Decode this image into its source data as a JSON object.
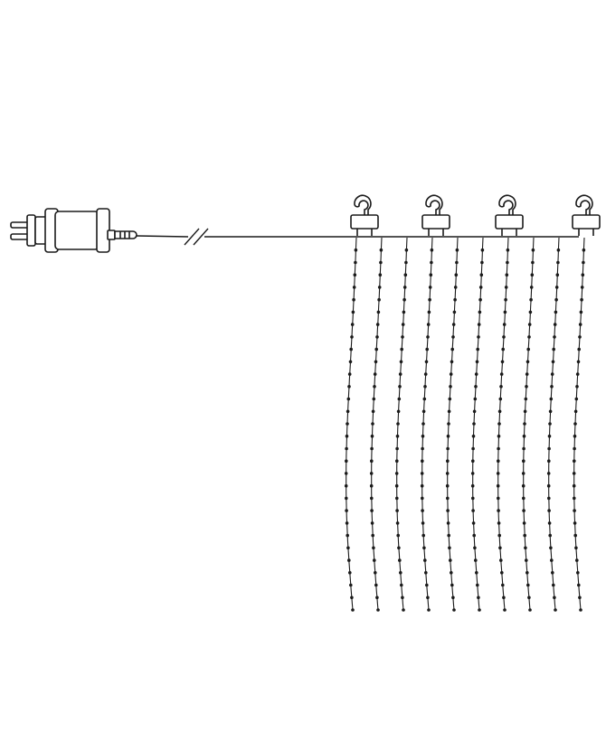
{
  "diagram": {
    "subject": "curtain-light-product-line-drawing",
    "colors": {
      "background": "#ffffff",
      "stroke": "#1a1a1a",
      "bulb": "#1a1a1a"
    },
    "icons": [
      "plug-icon",
      "power-adapter-icon",
      "cable-break-icon",
      "hanging-hook-icon",
      "led-bulb-icon"
    ],
    "components": {
      "hooks": 4,
      "light_strands": 10,
      "bulbs_per_strand": 30
    }
  }
}
